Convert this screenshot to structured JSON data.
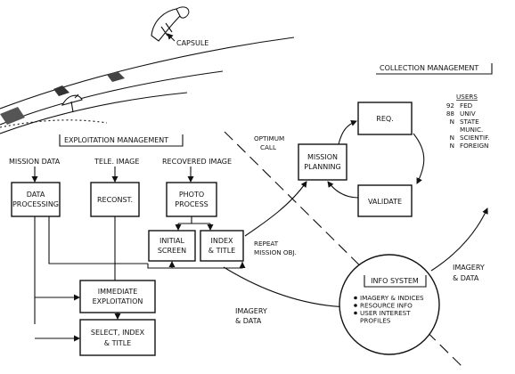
{
  "top": {
    "capsule": "CAPSULE"
  },
  "collection": {
    "title": "COLLECTION MANAGEMENT",
    "users_title": "USERS",
    "users": [
      {
        "num": "92",
        "label": "FED"
      },
      {
        "num": "88",
        "label": "UNIV"
      },
      {
        "num": "N",
        "label": "STATE"
      },
      {
        "num": "",
        "label": "MUNIC."
      },
      {
        "num": "N",
        "label": "SCIENTIF."
      },
      {
        "num": "N",
        "label": "FOREIGN"
      }
    ],
    "req": "REQ.",
    "validate": "VALIDATE",
    "mission_planning": [
      "MISSION",
      "PLANNING"
    ],
    "optimum_call": [
      "OPTIMUM",
      "CALL"
    ]
  },
  "exploitation": {
    "title": "EXPLOITATION MANAGEMENT",
    "mission_data": "MISSION DATA",
    "tele_image": "TELE. IMAGE",
    "recovered_image": "RECOVERED IMAGE",
    "data_processing": [
      "DATA",
      "PROCESSING"
    ],
    "reconst": "RECONST.",
    "photo_process": [
      "PHOTO",
      "PROCESS"
    ],
    "initial_screen": [
      "INITIAL",
      "SCREEN"
    ],
    "index_title": [
      "INDEX",
      "& TITLE"
    ],
    "repeat_mission": [
      "REPEAT",
      "MISSION OBJ."
    ],
    "immediate": [
      "IMMEDIATE",
      "EXPLOITATION"
    ],
    "select_index": [
      "SELECT, INDEX",
      "& TITLE"
    ],
    "imagery_data_left": [
      "IMAGERY",
      "& DATA"
    ]
  },
  "info_system": {
    "title": "INFO SYSTEM",
    "items": [
      [
        "IMAGERY & INDICES"
      ],
      [
        "RESOURCE INFO"
      ],
      [
        "USER INTEREST",
        "PROFILES"
      ]
    ],
    "imagery_data_right": [
      "IMAGERY",
      "& DATA"
    ]
  }
}
